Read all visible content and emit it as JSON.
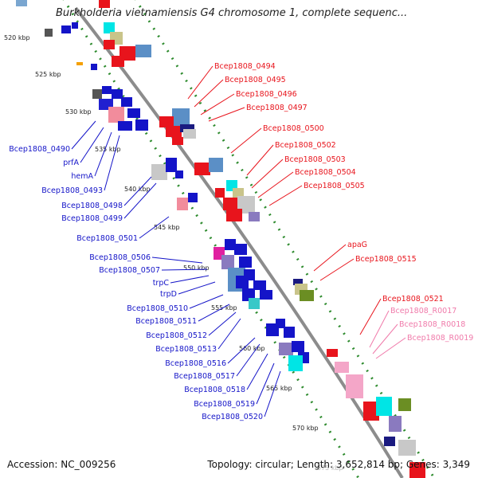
{
  "header": {
    "title": "Burkholderia vietnamiensis G4 chromosome 1, complete sequenc..."
  },
  "footer": {
    "accession": "Accession: NC_009256",
    "topology": "Topology: circular; Length: 3,652,814 bp; Genes: 3,349"
  },
  "colors": {
    "forward_label": "#e8141c",
    "reverse_label": "#1414c8",
    "rna_label": "#f07aaa",
    "backbone": "#8c8c8c",
    "tick": "#2e8b2e"
  },
  "ticks": [
    "520 kbp",
    "525 kbp",
    "530 kbp",
    "535 kbp",
    "540 kbp",
    "545 kbp",
    "550 kbp",
    "555 kbp",
    "560 kbp",
    "565 kbp",
    "570 kbp",
    "575 kbp"
  ],
  "labels_forward": [
    "Bcep1808_0494",
    "Bcep1808_0495",
    "Bcep1808_0496",
    "Bcep1808_0497",
    "Bcep1808_0500",
    "Bcep1808_0502",
    "Bcep1808_0503",
    "Bcep1808_0504",
    "Bcep1808_0505",
    "apaG",
    "Bcep1808_0515",
    "Bcep1808_0521"
  ],
  "labels_rna": [
    "Bcep1808_R0017",
    "Bcep1808_R0018",
    "Bcep1808_R0019"
  ],
  "labels_reverse": [
    "Bcep1808_0490",
    "prfA",
    "hemA",
    "Bcep1808_0493",
    "Bcep1808_0498",
    "Bcep1808_0499",
    "Bcep1808_0501",
    "Bcep1808_0506",
    "Bcep1808_0507",
    "trpC",
    "trpD",
    "Bcep1808_0510",
    "Bcep1808_0511",
    "Bcep1808_0512",
    "Bcep1808_0513",
    "Bcep1808_0516",
    "Bcep1808_0517",
    "Bcep1808_0518",
    "Bcep1808_0519",
    "Bcep1808_0520"
  ]
}
